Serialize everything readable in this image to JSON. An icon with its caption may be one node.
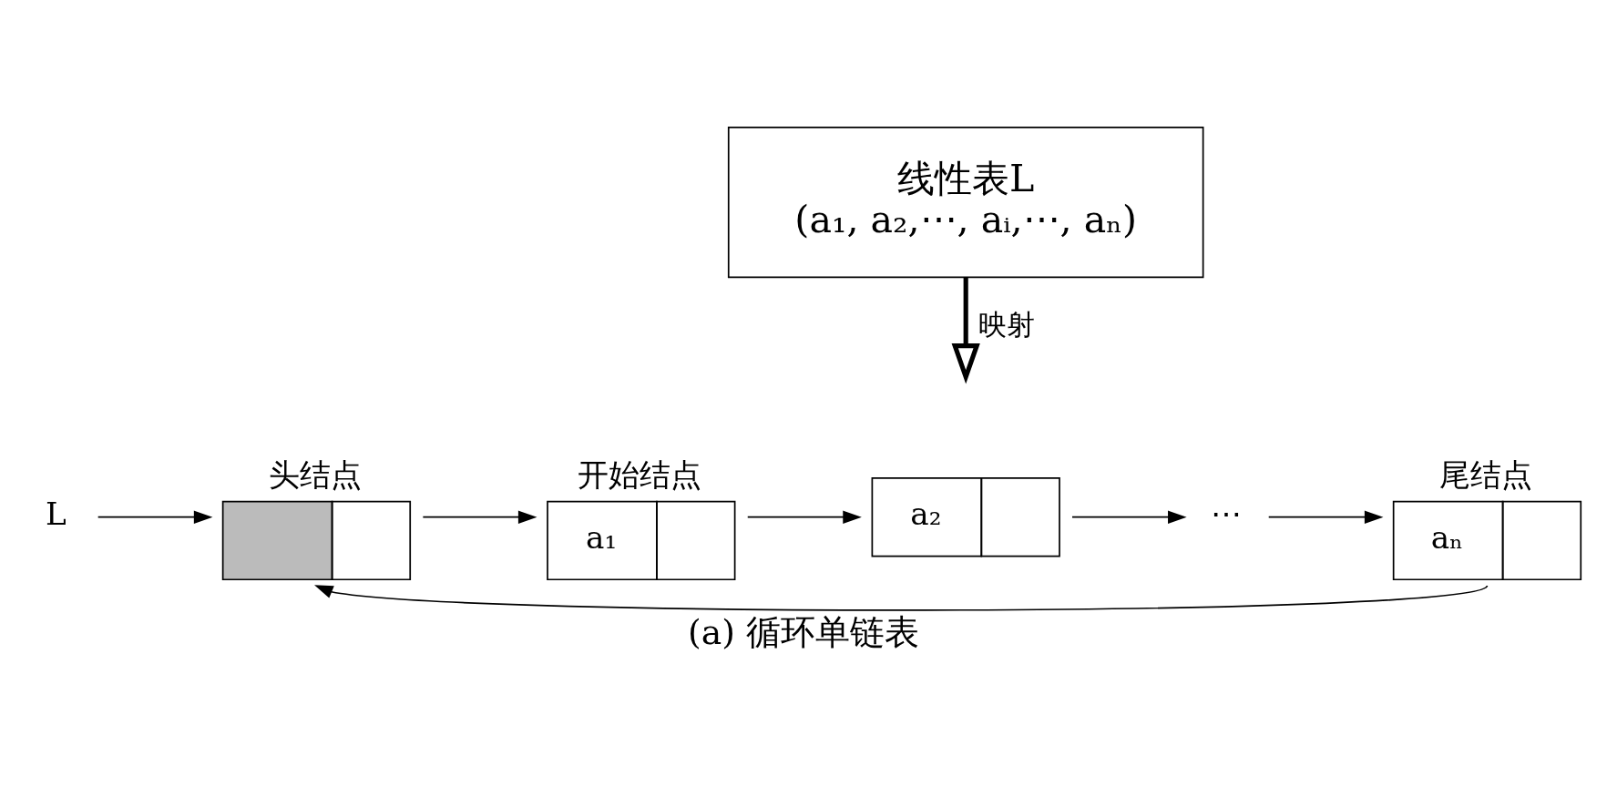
{
  "diagram": {
    "caption": "(a) 循环单链表",
    "nodes": [
      {
        "text": [
          "线性表L",
          "(a₁, a₂,⋯, aᵢ,⋯, aₙ)"
        ]
      },
      {
        "text": [
          "L"
        ]
      },
      {
        "text": [],
        "shape": "box",
        "beside": [
          "头结点"
        ]
      },
      {
        "text": [
          "a₁"
        ],
        "beside": [
          "开始结点"
        ]
      },
      {
        "text": [
          "a₂"
        ]
      },
      {
        "text": [
          "⋯"
        ]
      },
      {
        "text": [
          "aₙ"
        ],
        "beside": [
          "尾结点"
        ]
      }
    ],
    "edges": [
      {
        "from": 0,
        "to": null,
        "arrow": "to",
        "style": "thick",
        "label": "映射"
      },
      {
        "from": 1,
        "to": 2,
        "arrow": "to"
      },
      {
        "from": 2,
        "to": 3,
        "arrow": "to"
      },
      {
        "from": 3,
        "to": 4,
        "arrow": "to"
      },
      {
        "from": 4,
        "to": 5,
        "arrow": "to"
      },
      {
        "from": 5,
        "to": 6,
        "arrow": "to"
      },
      {
        "from": 6,
        "to": 2,
        "arrow": "to"
      }
    ]
  }
}
